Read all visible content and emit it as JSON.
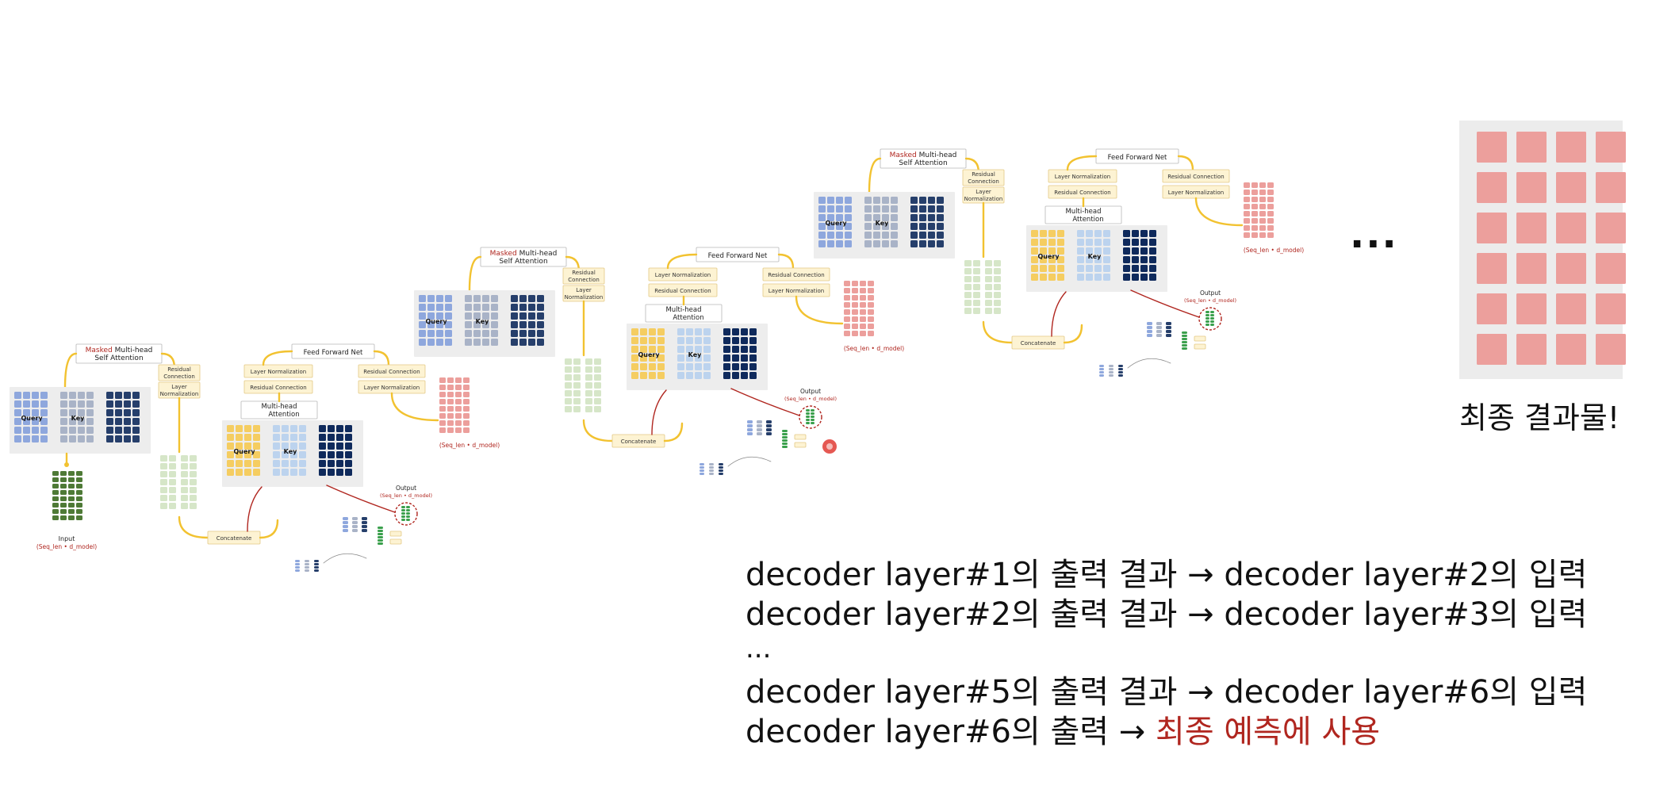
{
  "layer_labels": {
    "masked": "Masked",
    "mhsa": "Multi-head",
    "self_attention": "Self Attention",
    "residual_connection": "Residual Connection",
    "layer_normalization": "Layer Normalization",
    "residual_short_1": "Residual",
    "residual_short_2": "Connection",
    "layer_short_1": "Layer",
    "layer_short_2": "Normalization",
    "multi_head": "Multi-head",
    "attention": "Attention",
    "feed_forward": "Feed Forward Net",
    "concatenate": "Concatenate",
    "query": "Query",
    "key": "Key",
    "output": "Output",
    "output_shape": "(Seq_len • d_model)",
    "input": "Input",
    "input_shape": "(Seq_len • d_model)"
  },
  "colors": {
    "query": "#8ea7dd",
    "key": "#a9b3c7",
    "value": "#263f6b",
    "query2": "#f5cd61",
    "key2": "#bcd3ee",
    "value2": "#0f2a5c",
    "concat": "#d6e6c8",
    "output": "#ec9f9c",
    "input": "#4e7a36",
    "arrow": "#f2c230",
    "accent": "#b0261f",
    "box_fill": "#fdf3d3",
    "box_border": "#e3c985"
  },
  "ellipsis": "...",
  "final_result": "최종 결과물!",
  "captions": [
    {
      "text": "decoder layer#1의 출력 결과 → decoder layer#2의 입력"
    },
    {
      "text": "decoder layer#2의 출력 결과 → decoder layer#3의 입력"
    },
    {
      "text": "..."
    },
    {
      "text": "decoder layer#5의 출력 결과 → decoder layer#6의 입력"
    },
    {
      "text": "decoder layer#6의 출력 → ",
      "highlight": "최종 예측에 사용"
    }
  ]
}
